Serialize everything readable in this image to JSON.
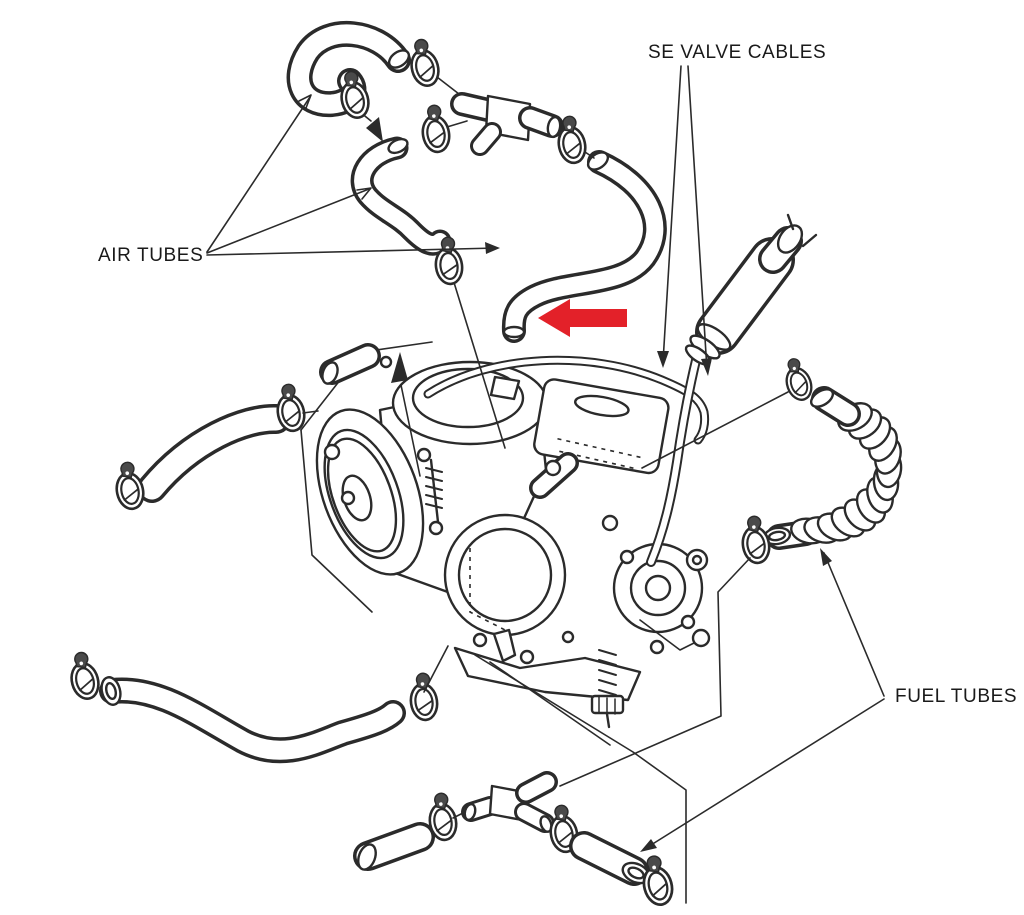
{
  "figure": {
    "labels": {
      "air_tubes": "AIR TUBES",
      "se_valve_cables": "SE VALVE CABLES",
      "fuel_tubes": "FUEL TUBES"
    },
    "colors": {
      "ink": "#2b2b2b",
      "highlight": "#e32129",
      "clamp_tab": "#4a4a4a",
      "background": "#ffffff"
    },
    "highlight_arrow": {
      "description": "red arrow pointing left at the end of the long air tube",
      "color": "#e32129"
    }
  }
}
